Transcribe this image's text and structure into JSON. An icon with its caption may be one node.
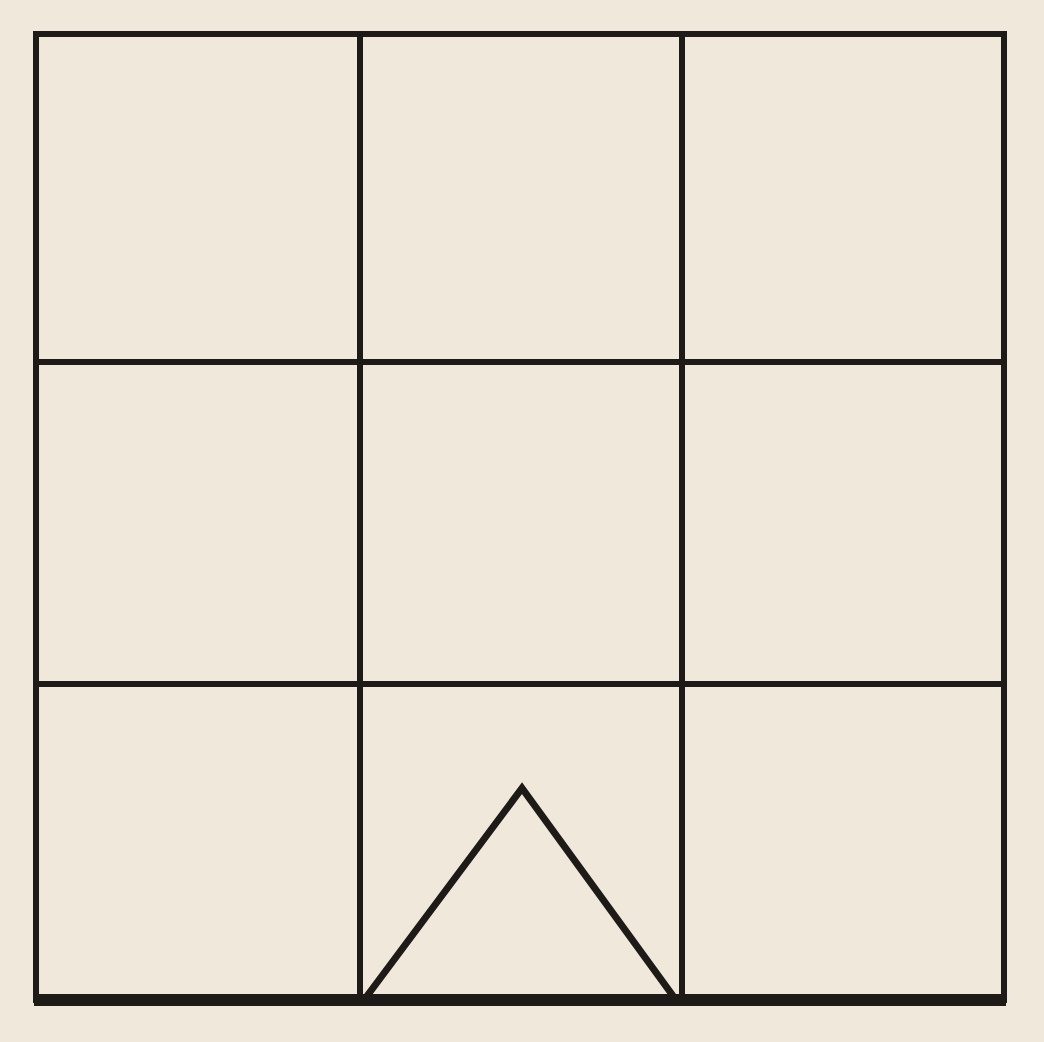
{
  "diagram": {
    "nodes": [
      {
        "text": [],
        "shape": "box"
      },
      {
        "text": [],
        "shape": "box"
      },
      {
        "text": [],
        "shape": "box"
      },
      {
        "text": [],
        "shape": "box"
      },
      {
        "text": [],
        "shape": "box"
      },
      {
        "text": [],
        "shape": "box"
      },
      {
        "text": [],
        "shape": "box"
      },
      {
        "text": [],
        "shape": "box"
      },
      {
        "text": [],
        "shape": "box"
      },
      {
        "text": [],
        "shape": "triangle",
        "in": 7
      }
    ]
  }
}
